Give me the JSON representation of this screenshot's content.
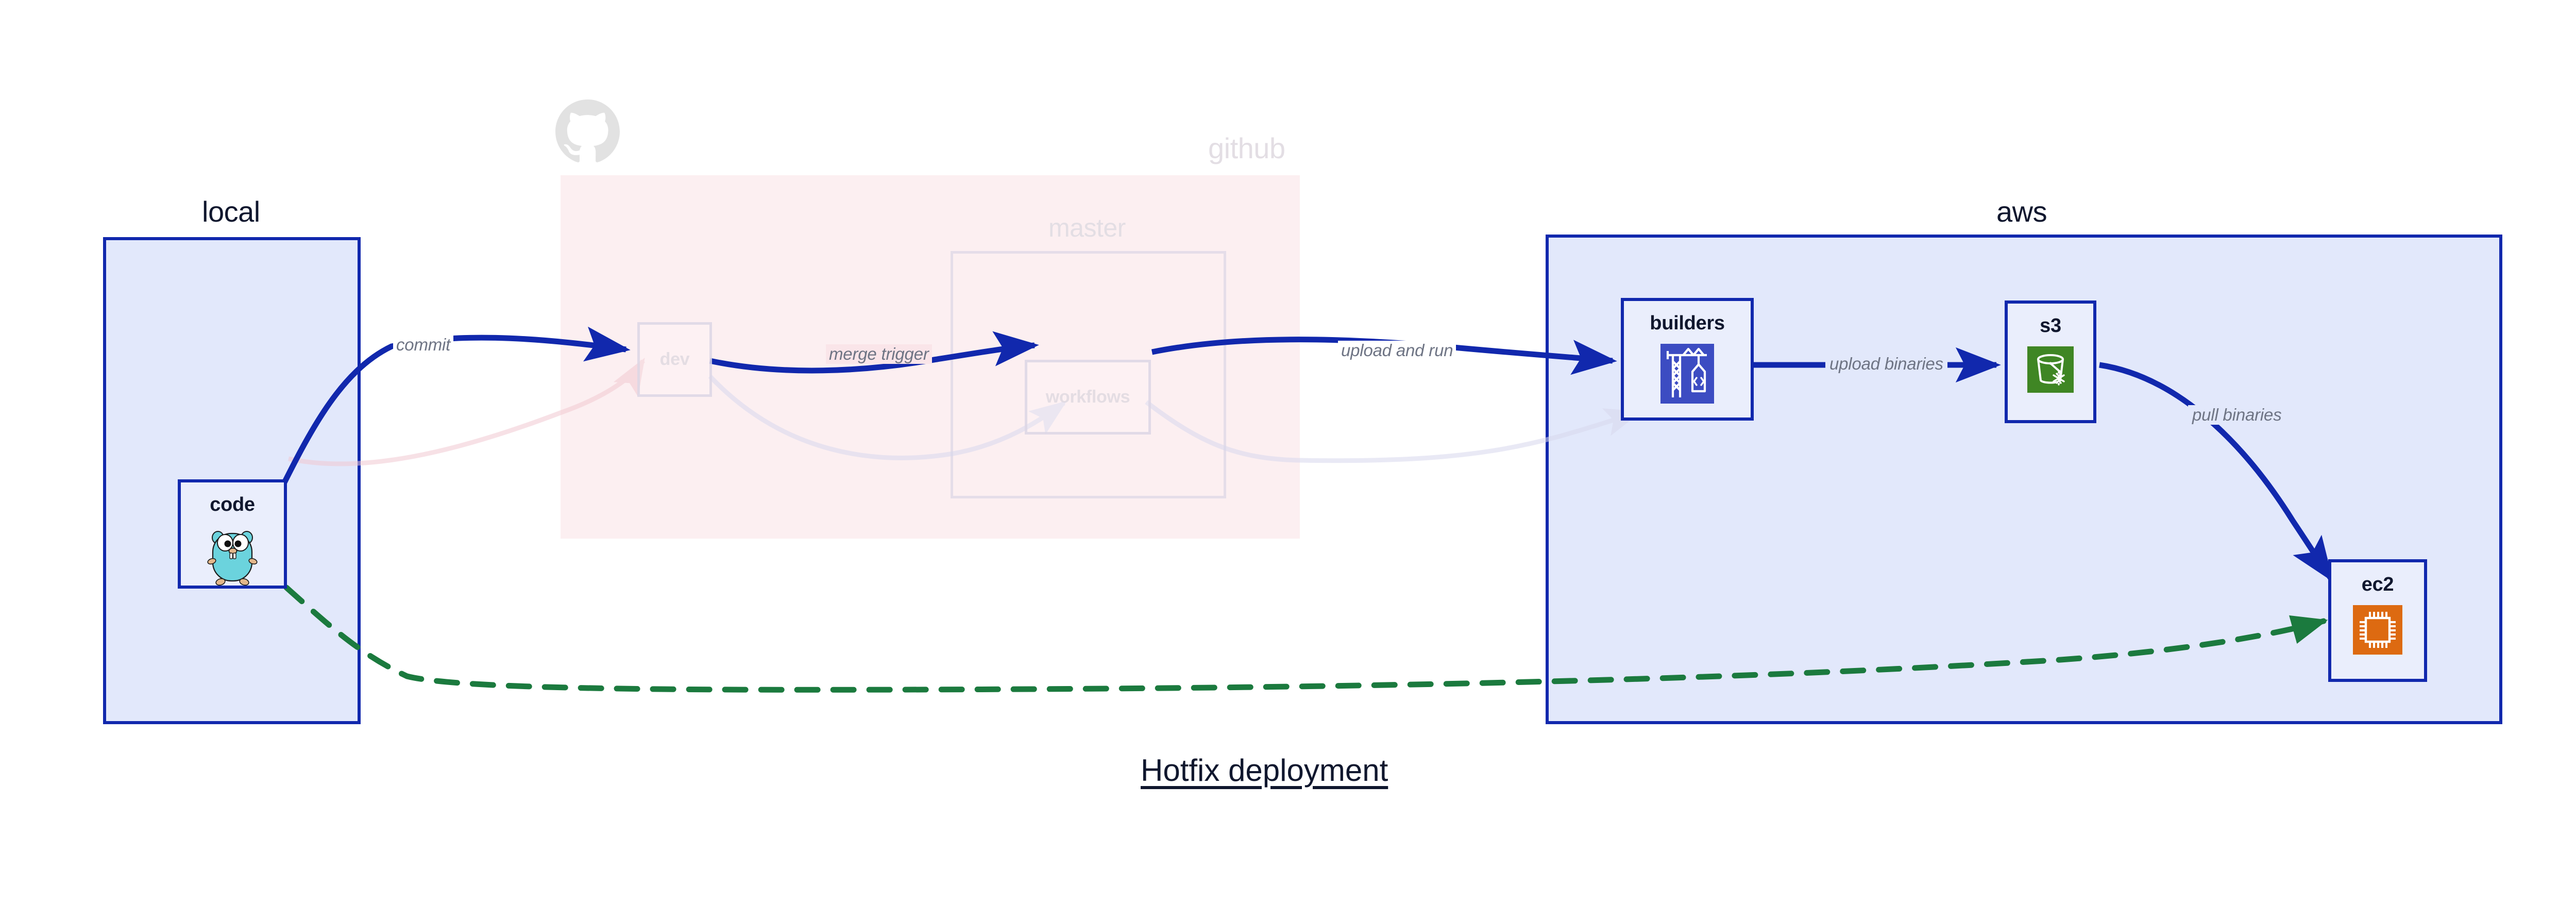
{
  "diagram": {
    "title": "Hotfix deployment",
    "colors": {
      "accent_blue": "#1128ad",
      "group_blue_fill": "#e2e8fb",
      "github_pink_fill": "#fae5e9",
      "dashed_green": "#1b7a3e",
      "edge_label_gray": "#6e7484",
      "title_navy": "#10172e",
      "builders_icon_bg": "#3c4cc2",
      "s3_icon_bg": "#3f8624",
      "ec2_icon_bg": "#dd6a11",
      "gopher_body": "#6bd3dd"
    }
  },
  "groups": {
    "local": {
      "label": "local"
    },
    "github": {
      "label": "github",
      "icon": "github-octocat-icon"
    },
    "master": {
      "label": "master"
    },
    "aws": {
      "label": "aws"
    }
  },
  "nodes": {
    "code": {
      "label": "code",
      "icon": "go-gopher-icon"
    },
    "dev": {
      "label": "dev"
    },
    "workflows": {
      "label": "workflows"
    },
    "builders": {
      "label": "builders",
      "icon": "crane-code-icon"
    },
    "s3": {
      "label": "s3",
      "icon": "s3-bucket-icon"
    },
    "ec2": {
      "label": "ec2",
      "icon": "cpu-chip-icon"
    }
  },
  "edges": [
    {
      "id": "commit",
      "label": "commit",
      "from": "code",
      "to": "dev",
      "style": "solid-blue"
    },
    {
      "id": "merge-trigger",
      "label": "merge trigger",
      "from": "dev",
      "to": "workflows",
      "style": "solid-blue"
    },
    {
      "id": "upload-and-run",
      "label": "upload and run",
      "from": "workflows",
      "to": "builders",
      "style": "solid-blue"
    },
    {
      "id": "upload-binaries",
      "label": "upload binaries",
      "from": "builders",
      "to": "s3",
      "style": "solid-blue"
    },
    {
      "id": "pull-binaries",
      "label": "pull binaries",
      "from": "s3",
      "to": "ec2",
      "style": "solid-blue"
    },
    {
      "id": "hotfix-direct",
      "label": "",
      "from": "code",
      "to": "ec2",
      "style": "dashed-green"
    }
  ]
}
